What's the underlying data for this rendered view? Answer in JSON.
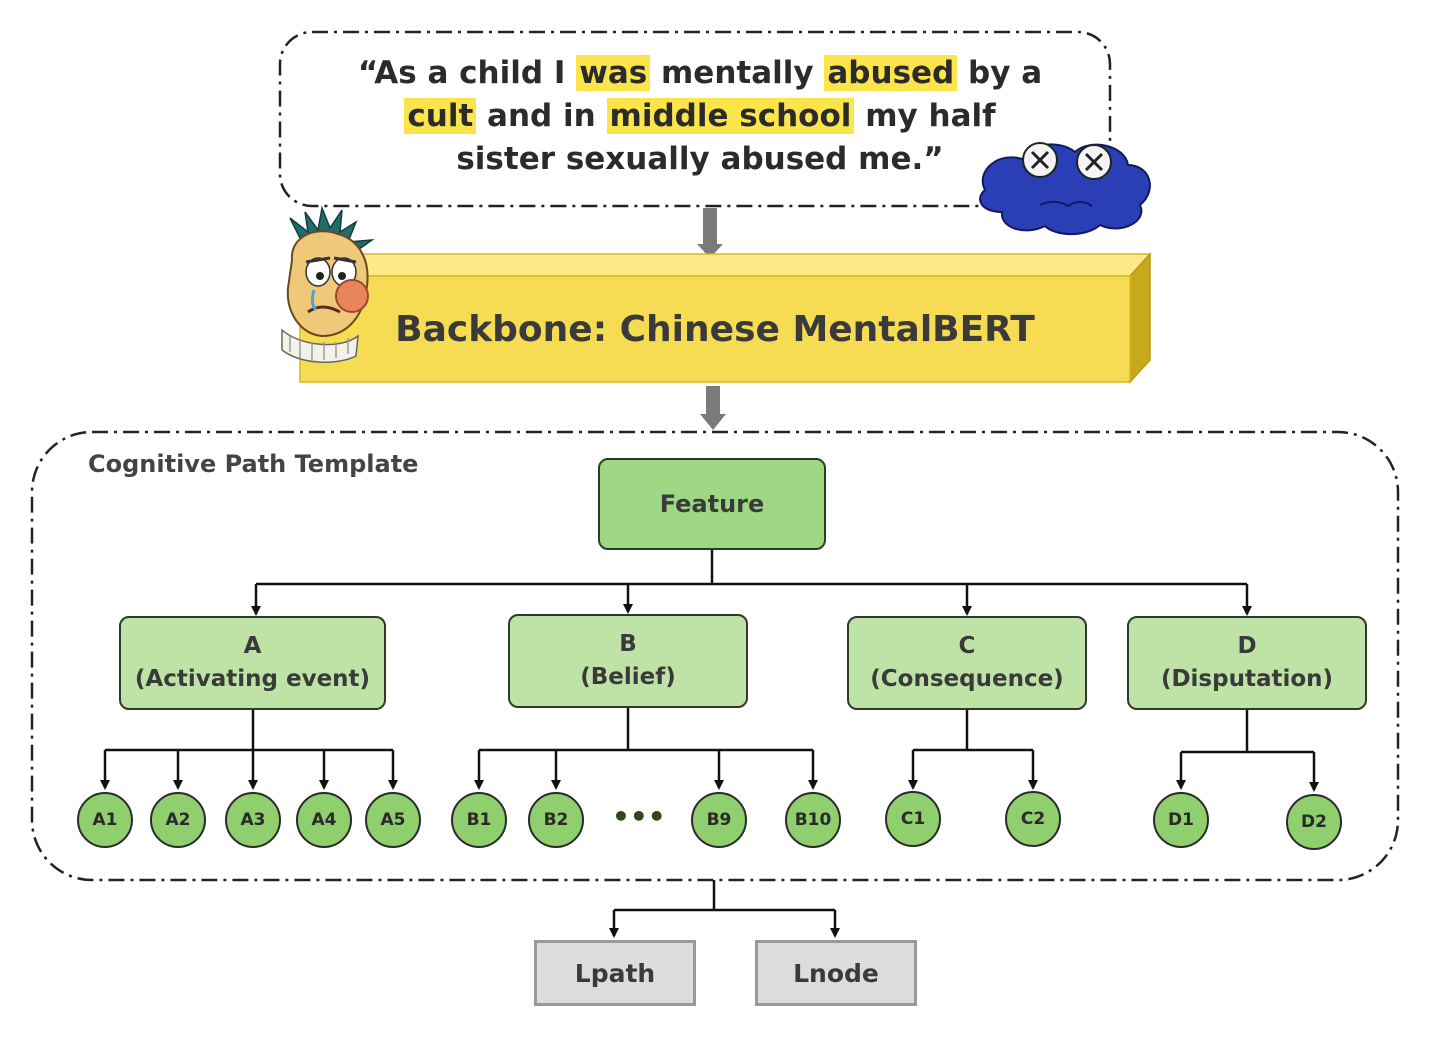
{
  "quote": {
    "line1": [
      {
        "text": "“As a child I ",
        "hl": false
      },
      {
        "text": "was",
        "hl": true
      },
      {
        "text": " mentally ",
        "hl": false
      },
      {
        "text": "abused",
        "hl": true
      },
      {
        "text": " by a",
        "hl": false
      }
    ],
    "line2": [
      {
        "text": "cult",
        "hl": true
      },
      {
        "text": " and in ",
        "hl": false
      },
      {
        "text": "middle school",
        "hl": true
      },
      {
        "text": " my half",
        "hl": false
      }
    ],
    "line3": [
      {
        "text": "sister sexually abused me.”",
        "hl": false
      }
    ]
  },
  "backbone": {
    "label": "Backbone: Chinese MentalBERT"
  },
  "template": {
    "title": "Cognitive Path Template",
    "feature": "Feature",
    "categories": [
      {
        "letter": "A",
        "name": "(Activating event)"
      },
      {
        "letter": "B",
        "name": "(Belief)"
      },
      {
        "letter": "C",
        "name": "(Consequence)"
      },
      {
        "letter": "D",
        "name": "(Disputation)"
      }
    ],
    "nodes": {
      "a": [
        "A1",
        "A2",
        "A3",
        "A4",
        "A5"
      ],
      "b": [
        "B1",
        "B2",
        "B9",
        "B10"
      ],
      "ellipsis": "•••",
      "c": [
        "C1",
        "C2"
      ],
      "d": [
        "D1",
        "D2"
      ]
    }
  },
  "losses": {
    "path": "Lpath",
    "node": "Lnode"
  },
  "colors": {
    "highlight": "#fbe54a",
    "backbone_fill": "#f5dc52",
    "feature_fill": "#9ed884",
    "category_fill": "#bfe3a7",
    "node_fill": "#8fcf6e",
    "loss_fill": "#dcdcdc",
    "arrow_gray": "#7a7a7a"
  },
  "icons": [
    "dizzy-blue-cloud-icon",
    "crying-cartoon-face-icon"
  ]
}
